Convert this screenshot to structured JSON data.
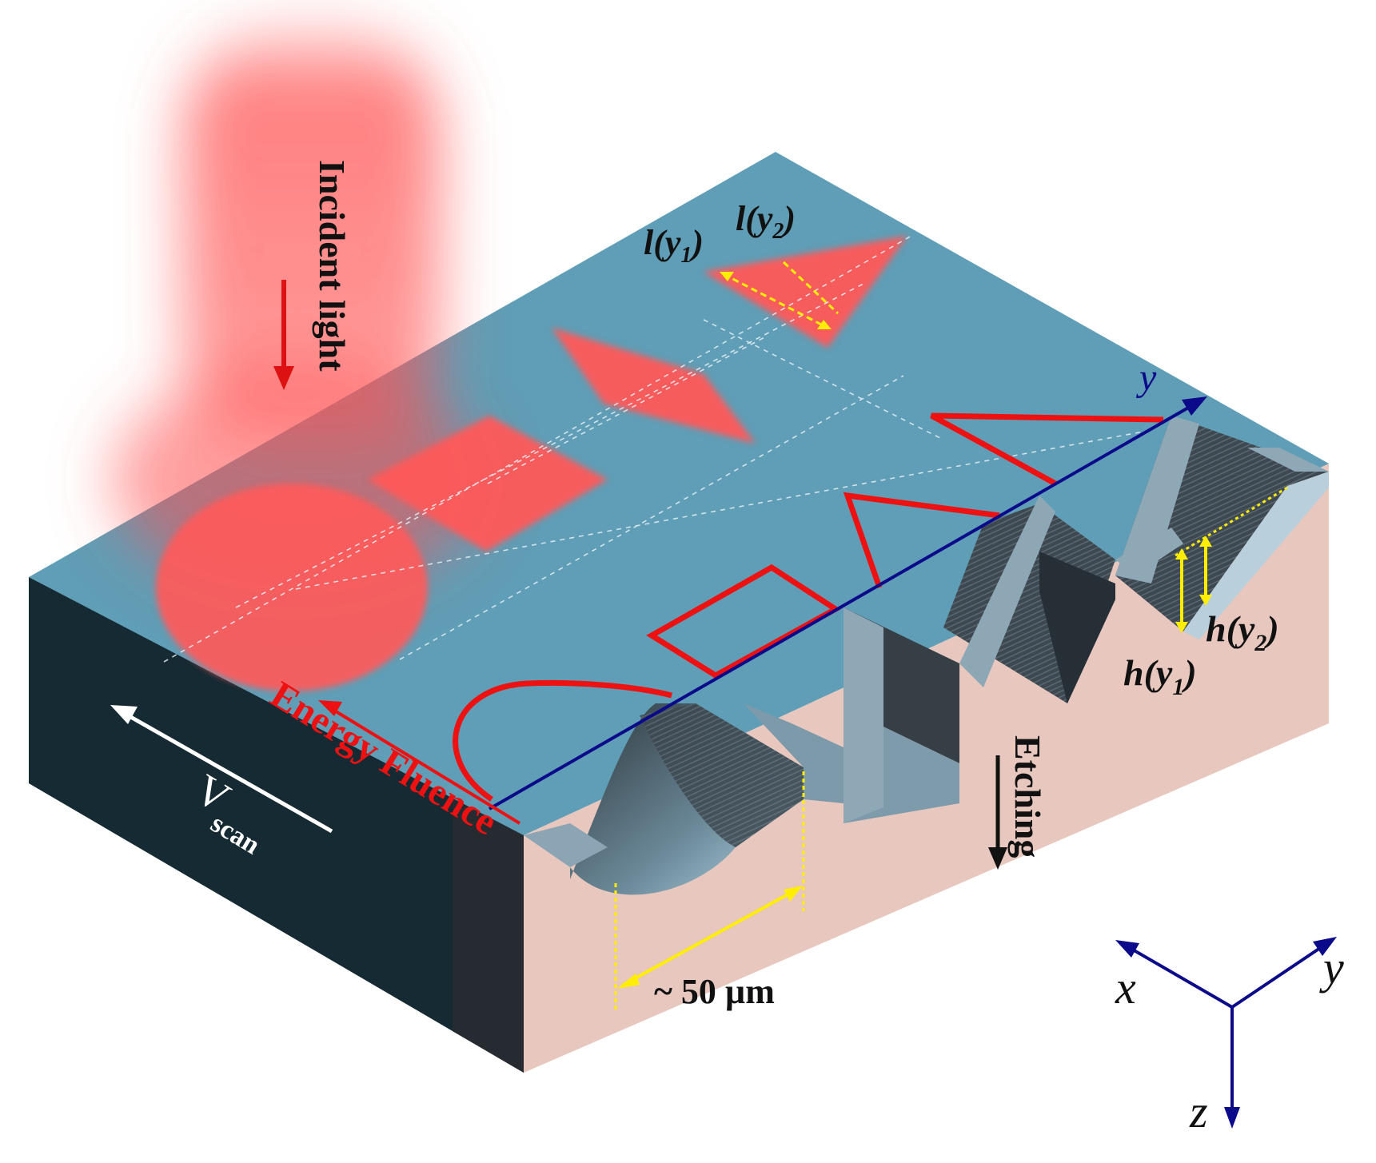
{
  "labels": {
    "incident_light": "Incident light",
    "energy_fluence": "Energy Fluence",
    "v_scan_main": "V",
    "v_scan_sub": "scan",
    "etching": "Etching",
    "width": "~ 50 µm",
    "l_y1_main": "l(y",
    "l_y1_sub": "1",
    "l_y1_close": ")",
    "l_y2_main": "l(y",
    "l_y2_sub": "2",
    "l_y2_close": ")",
    "h_y1_main": "h(y",
    "h_y1_sub": "1",
    "h_y1_close": ")",
    "h_y2_main": "h(y",
    "h_y2_sub": "2",
    "h_y2_close": ")",
    "y_axis_on_block": "y",
    "axis_x": "x",
    "axis_y": "y",
    "axis_z": "z"
  },
  "colors": {
    "top_face": "#5e9db5",
    "front_face": "#e8c9c0",
    "left_face": "#172a33",
    "mask_fill": "#ff5a5a",
    "outline_red": "#ee1111",
    "axis_blue": "#0a0a8a",
    "yellow": "#ffee00",
    "groove_side": "#8aa3b3",
    "groove_dark": "#3a444c"
  }
}
